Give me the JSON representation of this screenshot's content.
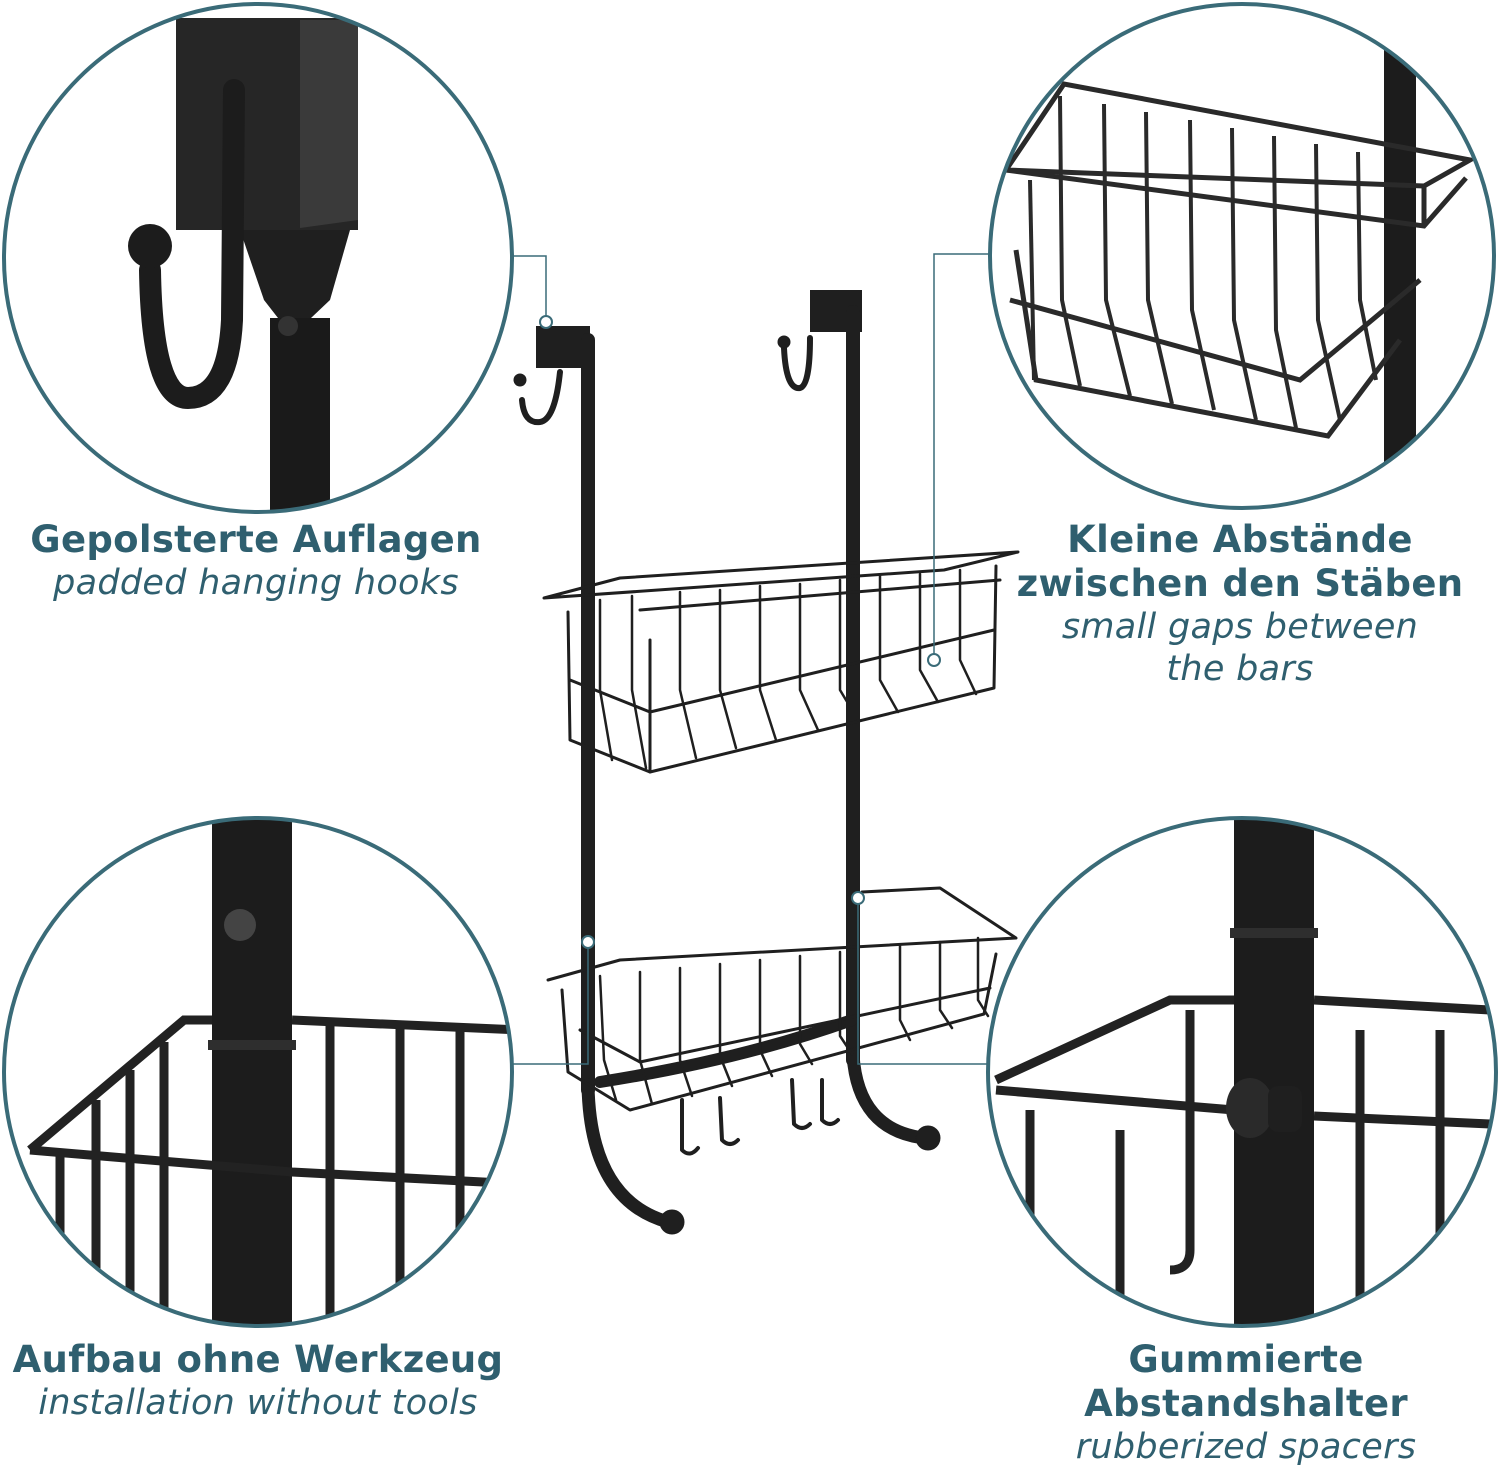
{
  "colors": {
    "accent": "#2f5f6f",
    "circle_border": "#3a6b78",
    "metal": "#1f1f1f"
  },
  "features": [
    {
      "de": "Gepolsterte Auflagen",
      "en": "padded hanging hooks"
    },
    {
      "de_line1": "Kleine Abstände",
      "de_line2": "zwischen den Stäben",
      "en_line1": "small gaps between",
      "en_line2": "the bars"
    },
    {
      "de": "Aufbau ohne Werkzeug",
      "en": "installation without tools"
    },
    {
      "de_line1": "Gummierte",
      "de_line2": "Abstandshalter",
      "en": "rubberized spacers"
    }
  ],
  "images": {
    "product": "over-door-shower-caddy-two-wire-baskets",
    "detail_1": "hanging-hook-closeup",
    "detail_2": "wire-basket-closeup",
    "detail_3": "pole-joint-closeup",
    "detail_4": "rubber-spacer-closeup"
  }
}
